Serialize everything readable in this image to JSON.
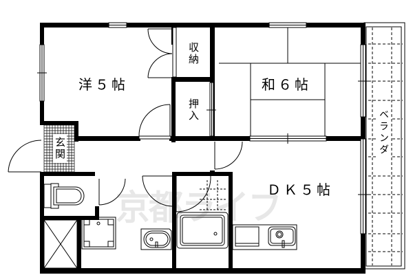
{
  "diagram": {
    "type": "floor-plan",
    "layout": "2DK",
    "rooms": [
      {
        "id": "western",
        "label": "洋５帖",
        "type": "western-room",
        "size_jo": 5
      },
      {
        "id": "japanese",
        "label": "和６帖",
        "type": "japanese-tatami-room",
        "size_jo": 6
      },
      {
        "id": "dk",
        "label": "ＤＫ５帖",
        "type": "dining-kitchen",
        "size_jo": 5
      },
      {
        "id": "storage",
        "label": "収納",
        "type": "storage"
      },
      {
        "id": "oshiire",
        "label": "押入",
        "type": "closet"
      },
      {
        "id": "entrance",
        "label": "玄関",
        "type": "entrance"
      },
      {
        "id": "veranda",
        "label": "ベランダ",
        "type": "veranda"
      }
    ],
    "fixtures": [
      "toilet",
      "washing-machine-pan",
      "wash-basin",
      "bathtub",
      "kitchen-sink",
      "stove-counter",
      "shower-area"
    ],
    "watermark": "京都ライフ",
    "colors": {
      "wall": "#000000",
      "background": "#ffffff",
      "watermark": "#e6e6e6"
    }
  }
}
